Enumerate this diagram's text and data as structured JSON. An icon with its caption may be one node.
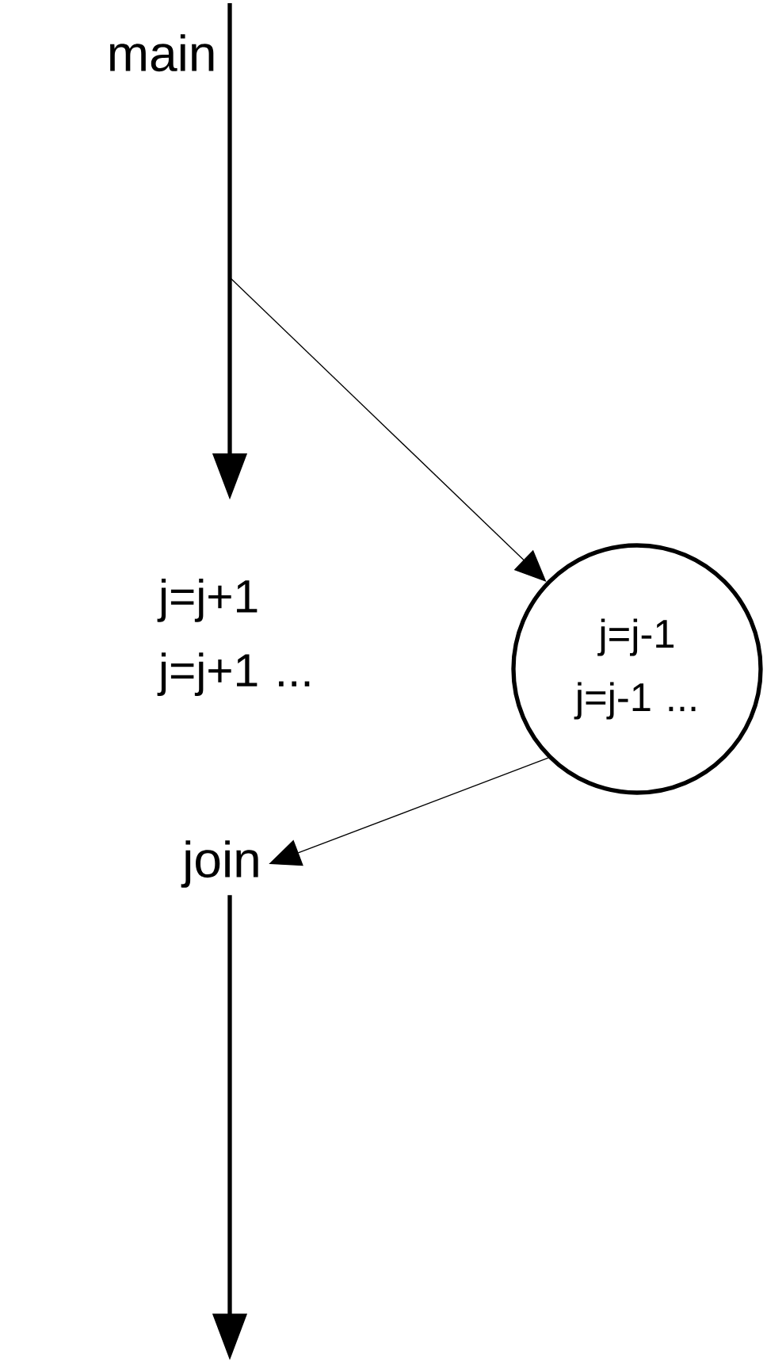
{
  "diagram": {
    "nodes": [
      {
        "text": [
          "j=j+1 j=j+1 ..."
        ]
      },
      {
        "text": [
          "j=j-1 j=j-1 ..."
        ]
      },
      {
        "text": [
          "join"
        ]
      }
    ],
    "edges": [
      {
        "from": null,
        "to": 0,
        "arrow": "to",
        "style": "thick",
        "label": "main"
      },
      {
        "from": null,
        "to": 1,
        "arrow": "to"
      },
      {
        "from": 1,
        "to": 2,
        "arrow": "to"
      },
      {
        "from": 2,
        "to": null,
        "arrow": "to",
        "style": "thick"
      }
    ]
  }
}
